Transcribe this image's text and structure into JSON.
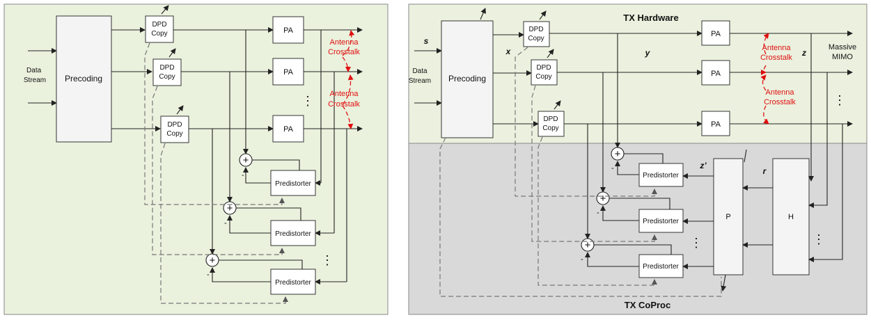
{
  "left": {
    "data_stream": [
      "Data",
      "Stream"
    ],
    "precoding": "Precoding",
    "dpd": [
      "DPD",
      "Copy"
    ],
    "pa": "PA",
    "predistorter": "Predistorter",
    "crosstalk": [
      "Antenna",
      "Crosstalk"
    ],
    "sum_sign": "-",
    "dots": "⋮"
  },
  "right": {
    "tx_hardware": "TX Hardware",
    "tx_coproc": "TX CoProc",
    "s": "s",
    "x": "x",
    "y": "y",
    "z": "z",
    "z_prime": "z’",
    "r": "r",
    "data_stream": [
      "Data",
      "Stream"
    ],
    "precoding": "Precoding",
    "dpd": [
      "DPD",
      "Copy"
    ],
    "pa": "PA",
    "predistorter": "Predistorter",
    "p_block": "P",
    "h_block": "H",
    "massive_mimo": [
      "Massive",
      "MIMO"
    ],
    "crosstalk": [
      "Antenna",
      "Crosstalk"
    ],
    "sum_sign": "-",
    "dots": "⋮"
  },
  "colors": {
    "left_bg": "#eaf1dd",
    "right_top_bg": "#ebf1de",
    "right_bottom_bg": "#d9d9d9",
    "crosstalk": "#e01010"
  }
}
